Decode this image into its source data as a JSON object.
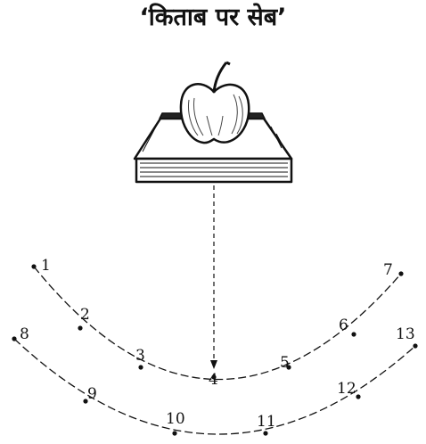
{
  "title": "‘किताब पर सेब’",
  "inner_arc_points": [
    "1",
    "2",
    "3",
    "4",
    "5",
    "6",
    "7"
  ],
  "outer_arc_points": [
    "8",
    "9",
    "10",
    "11",
    "12",
    "13"
  ],
  "colors": {
    "ink": "#111111",
    "paper": "#ffffff",
    "apple_shade": "#444444"
  }
}
